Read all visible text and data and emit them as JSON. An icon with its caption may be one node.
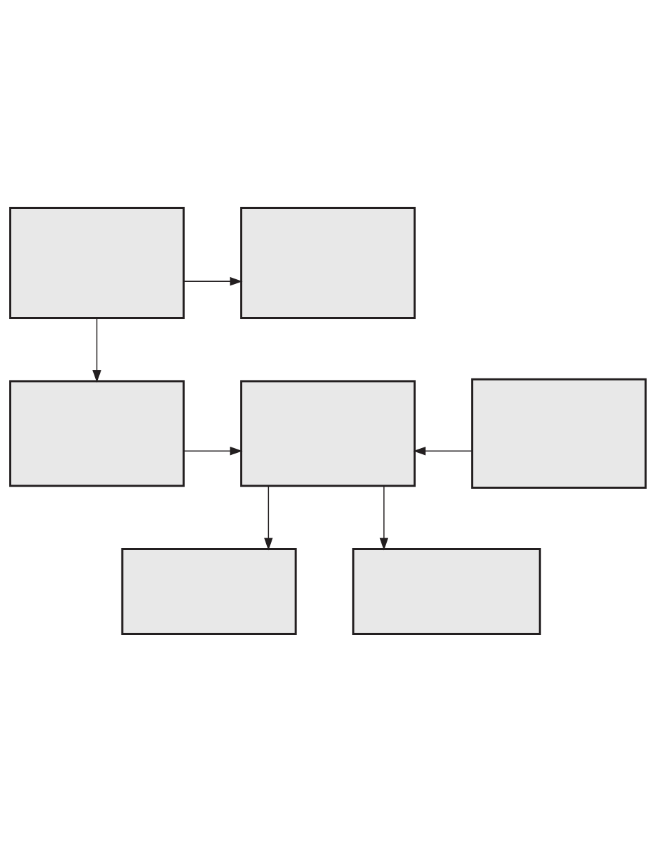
{
  "diagram": {
    "nodes": [
      {
        "text": [],
        "shape": "box"
      },
      {
        "text": [],
        "shape": "box"
      },
      {
        "text": [],
        "shape": "box"
      },
      {
        "text": [],
        "shape": "box"
      },
      {
        "text": [],
        "shape": "box"
      },
      {
        "text": [],
        "shape": "box"
      },
      {
        "text": [],
        "shape": "box"
      }
    ],
    "edges": [
      {
        "from": 0,
        "to": 1,
        "arrow": "to"
      },
      {
        "from": 0,
        "to": 2,
        "arrow": "to"
      },
      {
        "from": 2,
        "to": 3,
        "arrow": "to"
      },
      {
        "from": 4,
        "to": 3,
        "arrow": "to"
      },
      {
        "from": 3,
        "to": 5,
        "arrow": "to"
      },
      {
        "from": 3,
        "to": 6,
        "arrow": "to"
      }
    ]
  }
}
